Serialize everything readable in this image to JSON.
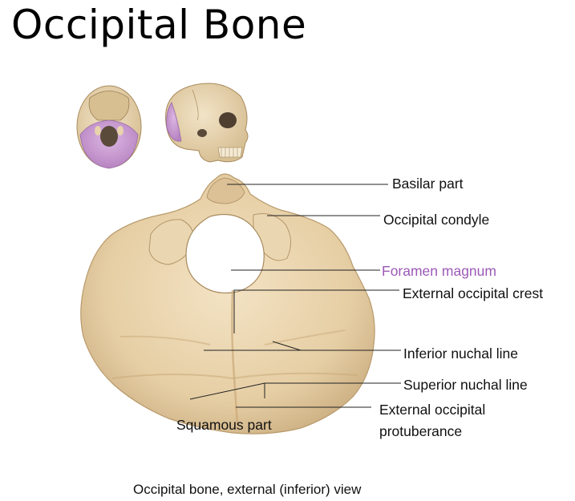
{
  "title": "Occipital Bone",
  "caption": "Occipital bone, external (inferior) view",
  "labels": {
    "basilar_part": "Basilar part",
    "occipital_condyle": "Occipital condyle",
    "foramen_magnum": "Foramen magnum",
    "external_occipital_crest": "External occipital crest",
    "inferior_nuchal_line": "Inferior nuchal line",
    "superior_nuchal_line": "Superior nuchal line",
    "external_occipital_protuberance_1": "External occipital",
    "external_occipital_protuberance_2": "protuberance",
    "squamous_part": "Squamous part"
  },
  "colors": {
    "bone": "#e8d3ad",
    "bone_shadow": "#c9ad7f",
    "highlight": "#c99ad3",
    "foramen_label": "#9b59b6",
    "leader_line": "#222222"
  },
  "icons": {
    "skull_inferior": "skull-inferior-view-icon",
    "skull_lateral": "skull-lateral-view-icon"
  }
}
